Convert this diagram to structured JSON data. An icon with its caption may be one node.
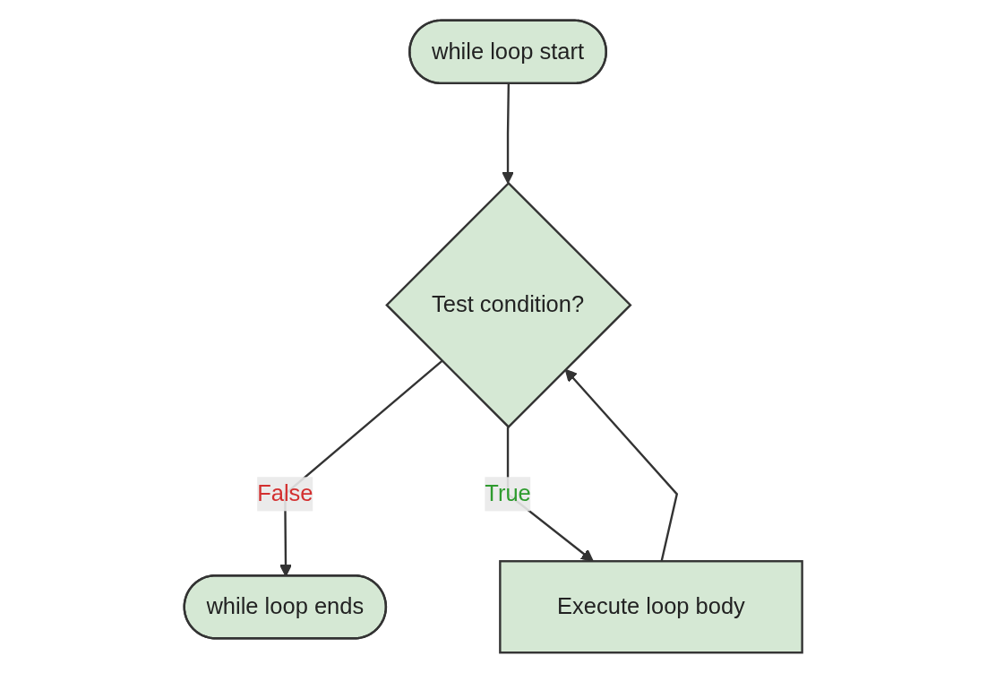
{
  "diagram": {
    "nodes": [
      {
        "text": [
          "while loop start"
        ]
      },
      {
        "text": [
          "Test condition?"
        ]
      },
      {
        "text": [
          "while loop ends"
        ]
      },
      {
        "text": [
          "Execute loop body"
        ]
      }
    ],
    "edges": [
      {
        "from": 0,
        "to": 1,
        "arrow": "to"
      },
      {
        "from": 1,
        "to": 2,
        "arrow": "to",
        "label": "False"
      },
      {
        "from": 1,
        "to": 3,
        "arrow": "to",
        "label": "True"
      },
      {
        "from": 3,
        "to": 1,
        "arrow": "to"
      }
    ]
  }
}
